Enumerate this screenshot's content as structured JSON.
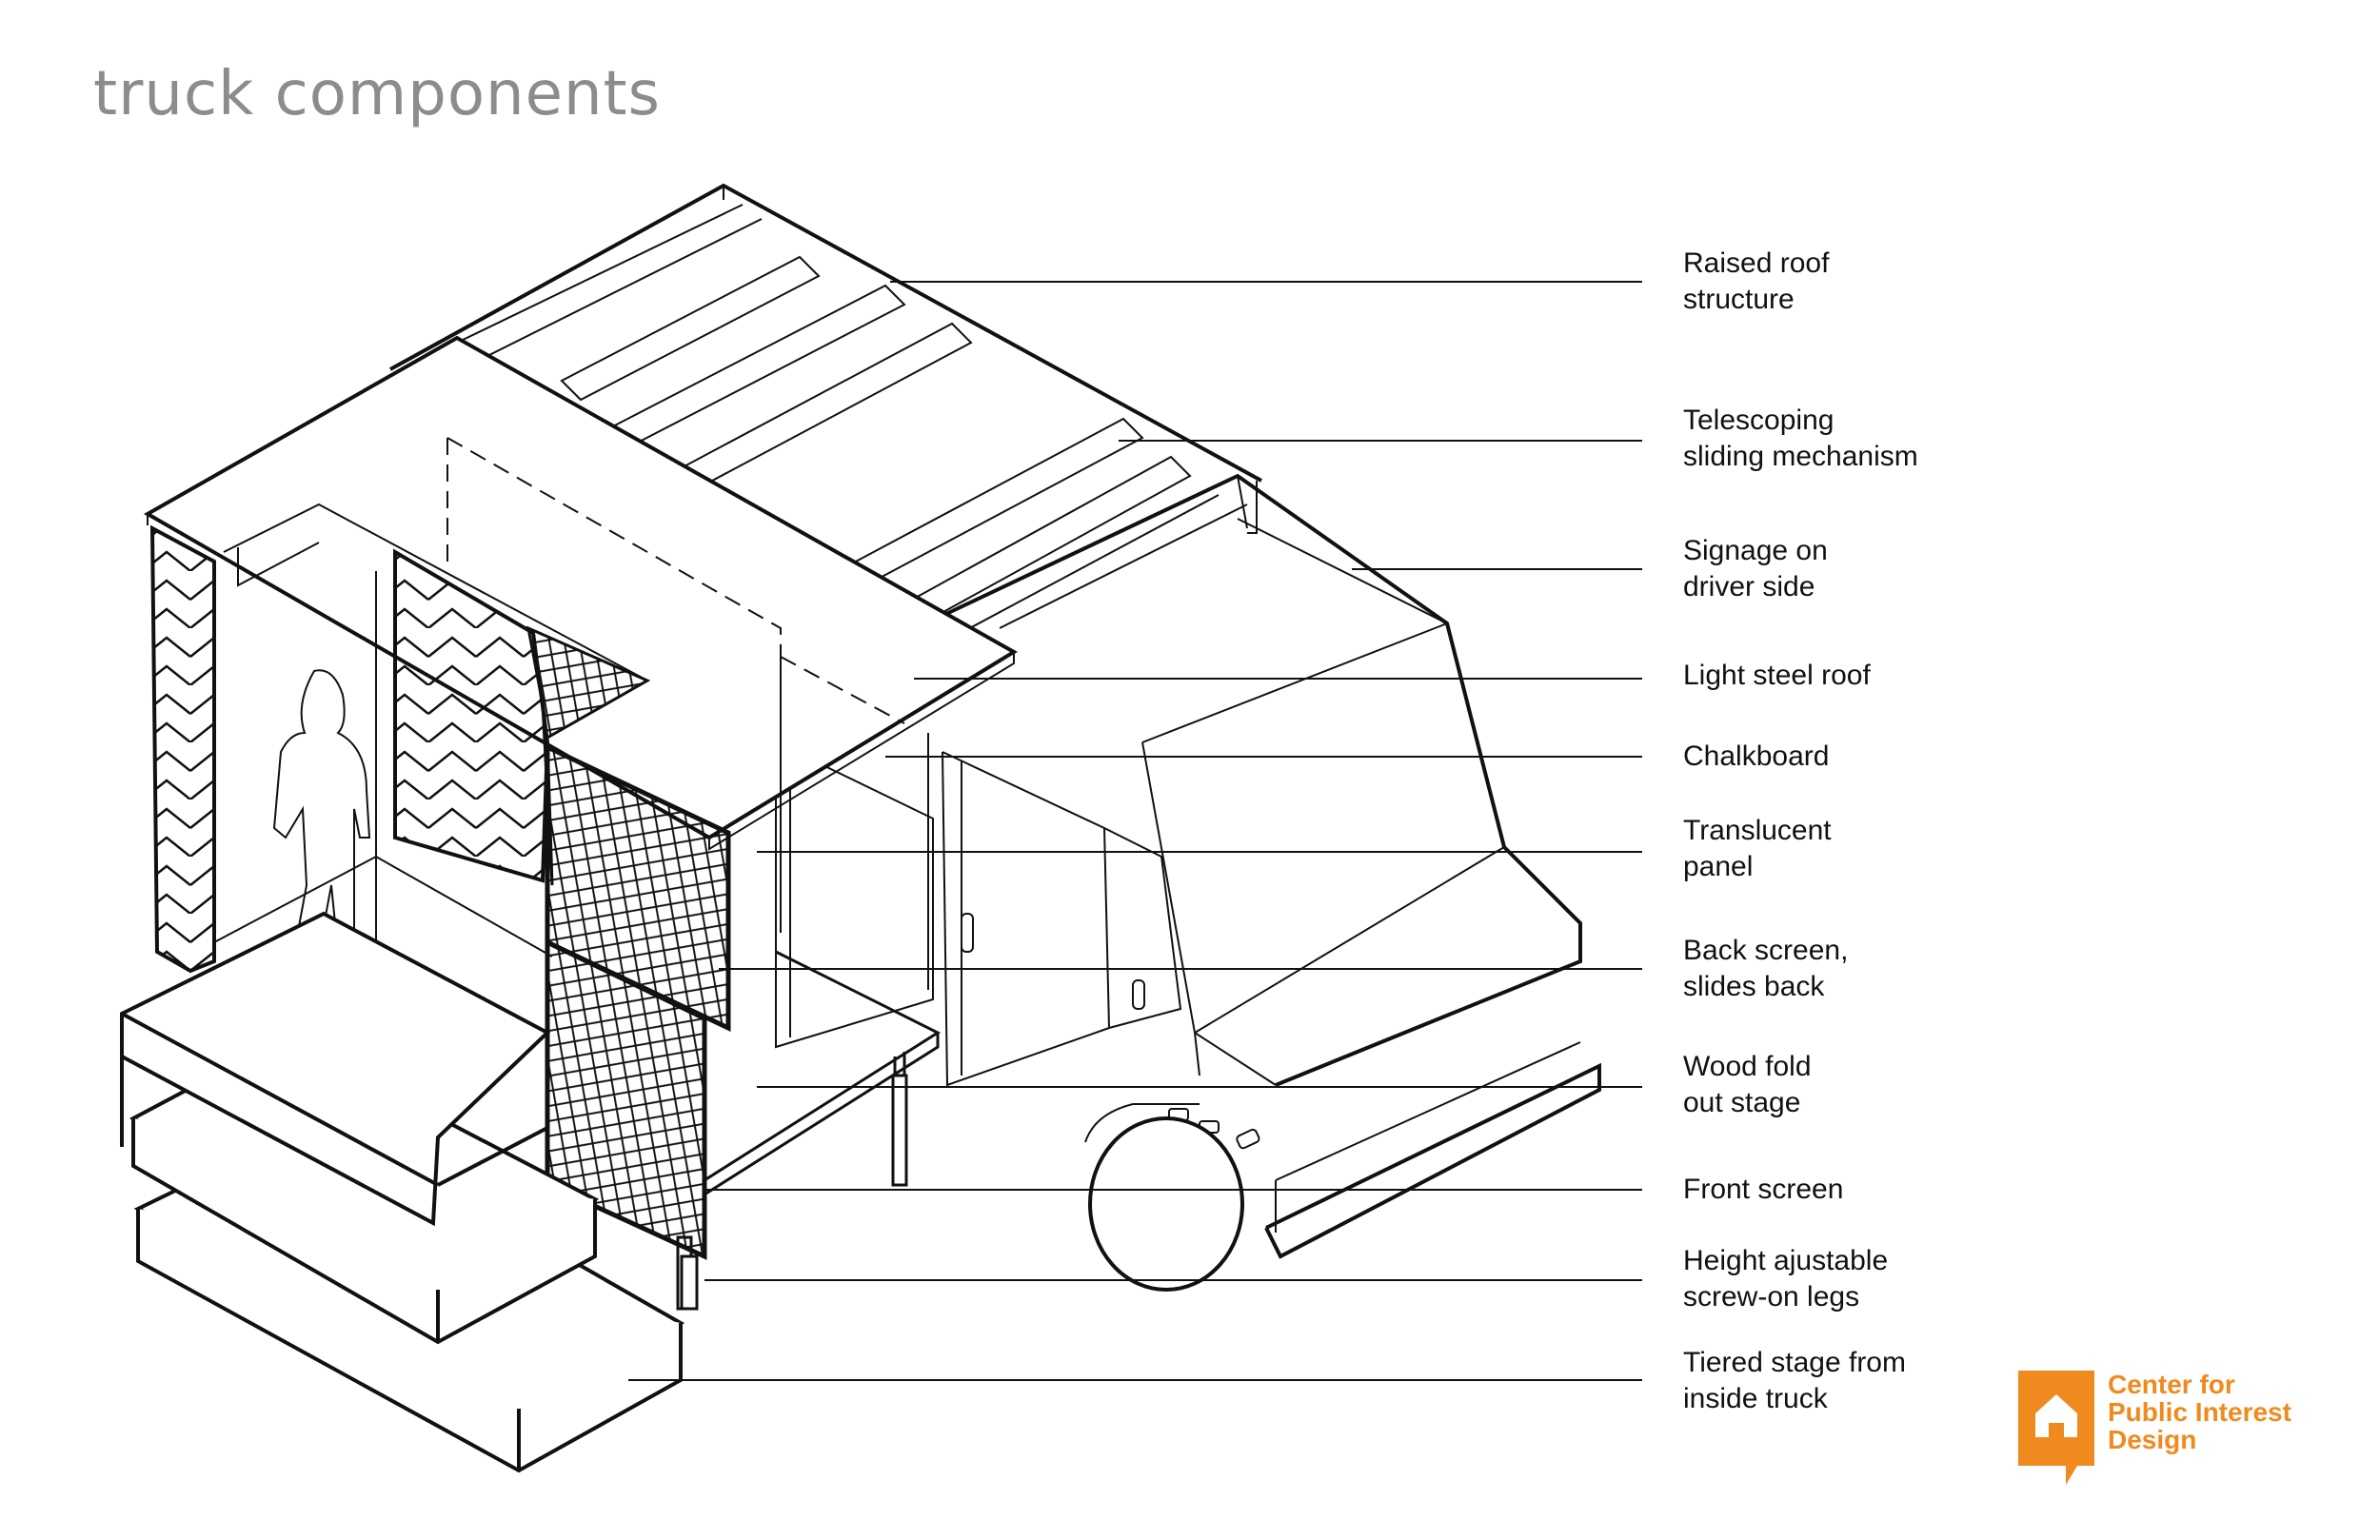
{
  "title": "truck components",
  "callouts": [
    {
      "id": "raised-roof",
      "lines": [
        "Raised roof",
        "structure"
      ]
    },
    {
      "id": "telescoping",
      "lines": [
        "Telescoping",
        "sliding mechanism"
      ]
    },
    {
      "id": "signage",
      "lines": [
        "Signage on",
        "driver side"
      ]
    },
    {
      "id": "light-steel-roof",
      "lines": [
        "Light steel roof"
      ]
    },
    {
      "id": "chalkboard",
      "lines": [
        "Chalkboard"
      ]
    },
    {
      "id": "translucent",
      "lines": [
        "Translucent",
        "panel"
      ]
    },
    {
      "id": "back-screen",
      "lines": [
        "Back screen,",
        "slides back"
      ]
    },
    {
      "id": "wood-stage",
      "lines": [
        "Wood fold",
        "out stage"
      ]
    },
    {
      "id": "front-screen",
      "lines": [
        "Front screen"
      ]
    },
    {
      "id": "legs",
      "lines": [
        "Height ajustable",
        "screw-on legs"
      ]
    },
    {
      "id": "tiered-stage",
      "lines": [
        "Tiered stage from",
        "inside truck"
      ]
    }
  ],
  "logo": {
    "lines": [
      "Center for",
      "Public Interest",
      "Design"
    ],
    "color": "#f08a1e"
  },
  "colors": {
    "line": "#111111",
    "title": "#8c8c8c"
  }
}
